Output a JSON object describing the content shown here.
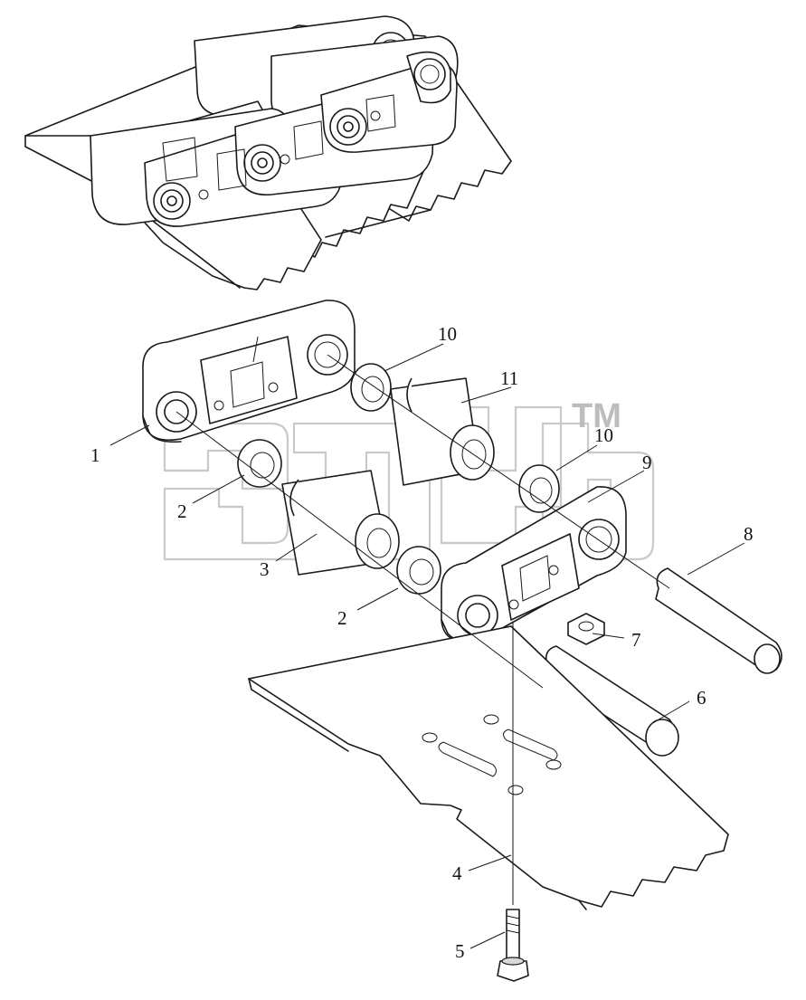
{
  "callouts": [
    {
      "id": "1",
      "text": "1"
    },
    {
      "id": "2a",
      "text": "2"
    },
    {
      "id": "2b",
      "text": "2"
    },
    {
      "id": "3",
      "text": "3"
    },
    {
      "id": "4",
      "text": "4"
    },
    {
      "id": "5",
      "text": "5"
    },
    {
      "id": "6",
      "text": "6"
    },
    {
      "id": "7",
      "text": "7"
    },
    {
      "id": "8",
      "text": "8"
    },
    {
      "id": "9",
      "text": "9"
    },
    {
      "id": "10a",
      "text": "10"
    },
    {
      "id": "10b",
      "text": "10"
    },
    {
      "id": "11",
      "text": "11"
    }
  ],
  "watermark": {
    "trademark": "TM"
  },
  "colors": {
    "line": "#1a1a1a",
    "watermark": "#c9c9c9",
    "background": "#ffffff"
  }
}
